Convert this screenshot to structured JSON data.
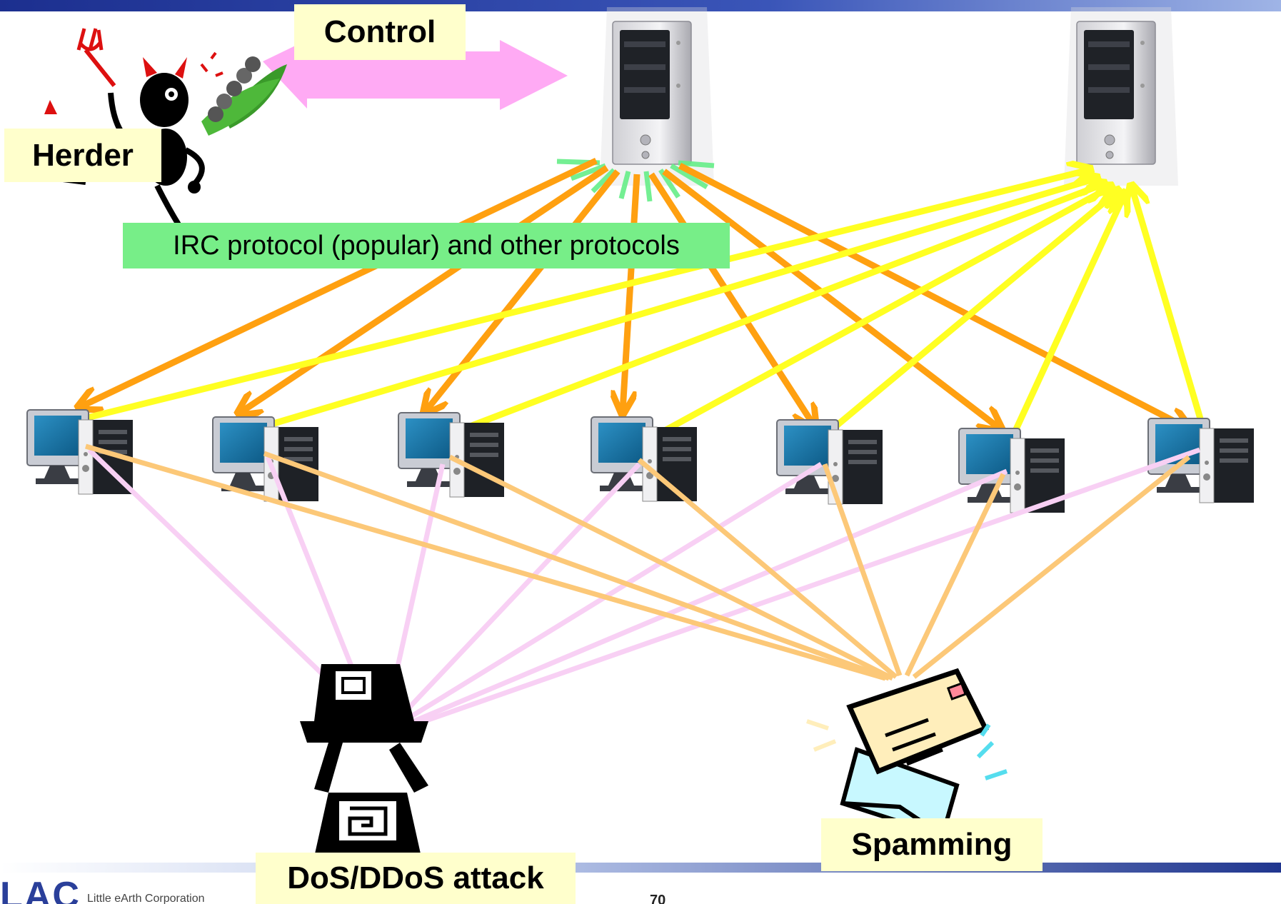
{
  "labels": {
    "control": "Control",
    "herder": "Herder",
    "irc": "IRC protocol (popular) and other protocols",
    "spamming": "Spamming",
    "dos": "DoS/DDoS attack"
  },
  "footer": {
    "page_number": "70",
    "logo_mark": "LAC",
    "company": "Little eArth Corporation"
  },
  "colors": {
    "orange_arrow": "#ffa010",
    "yellow_arrow": "#ffff22",
    "pink_arrow": "#f8d0f4",
    "peach_arrow": "#fcc878",
    "control_arrow": "#ffaaf4",
    "label_bg": "#ffffcc",
    "irc_bg": "#77ee88"
  },
  "icons": [
    "devil-herder-icon",
    "caterpillar-icon",
    "server-icon",
    "computer-icon",
    "dos-target-computer-icon",
    "envelope-icon"
  ]
}
